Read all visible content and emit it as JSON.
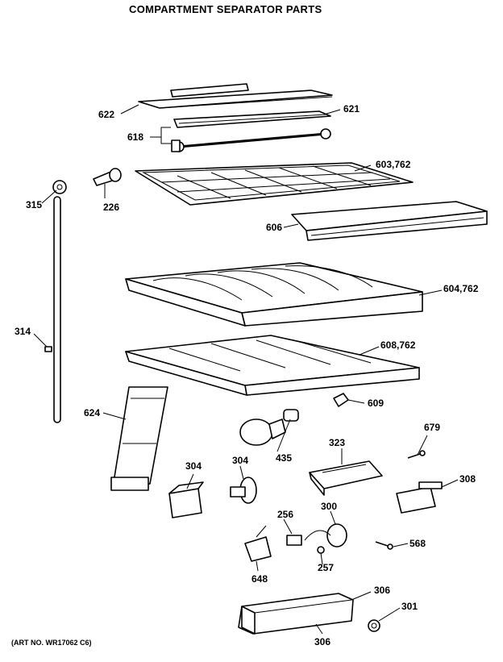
{
  "title": "COMPARTMENT SEPARATOR PARTS",
  "art_number": "(ART NO. WR17062 C6)",
  "callouts": {
    "p622": "622",
    "p621": "621",
    "p618": "618",
    "p603": "603,762",
    "p315": "315",
    "p226": "226",
    "p606": "606",
    "p604": "604,762",
    "p314": "314",
    "p608": "608,762",
    "p609": "609",
    "p624": "624",
    "p679": "679",
    "p435": "435",
    "p323": "323",
    "p304a": "304",
    "p304b": "304",
    "p308": "308",
    "p256": "256",
    "p300": "300",
    "p568": "568",
    "p257": "257",
    "p648": "648",
    "p306a": "306",
    "p301": "301",
    "p306b": "306"
  }
}
